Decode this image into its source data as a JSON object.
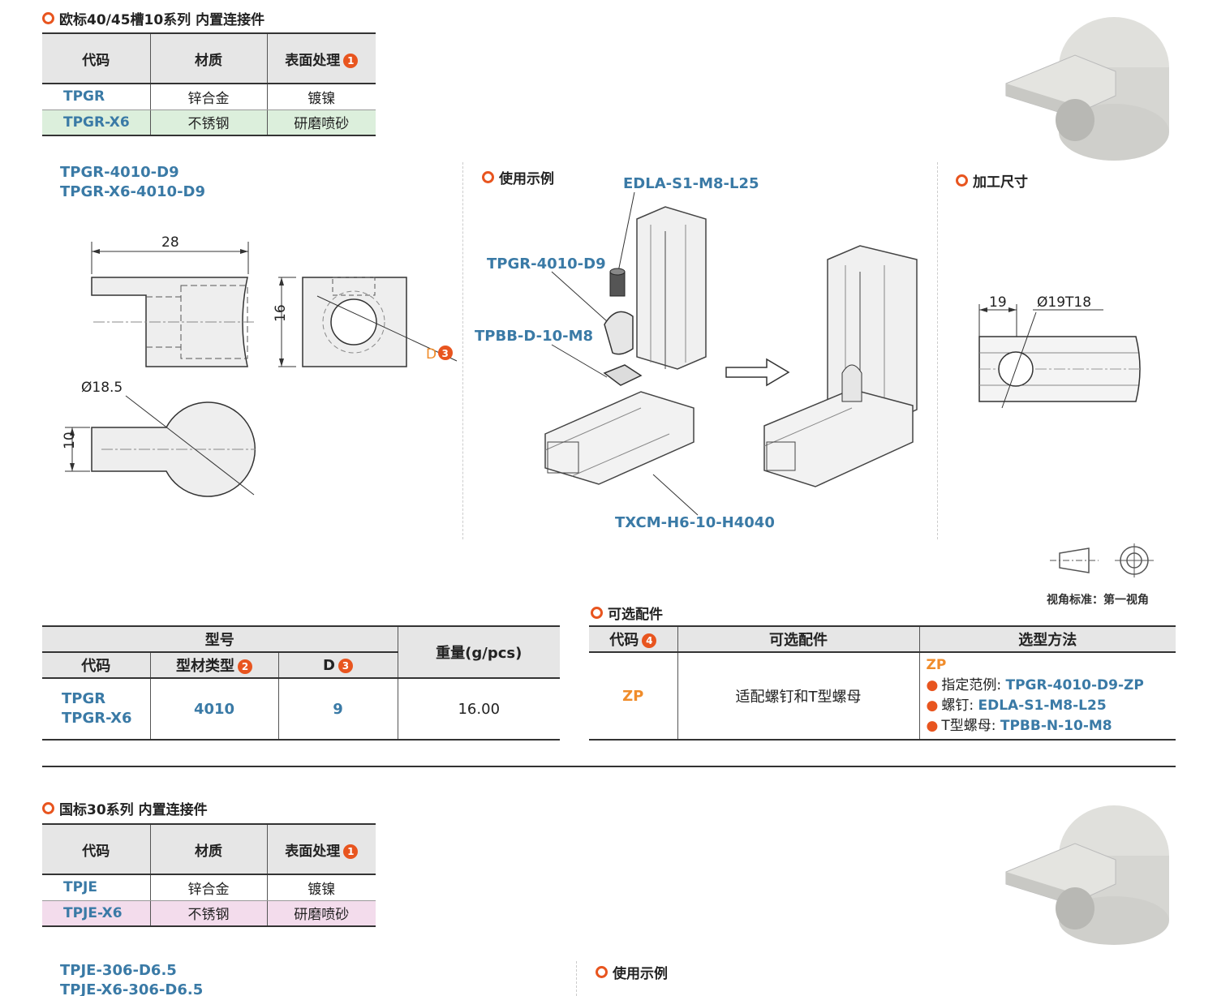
{
  "section1": {
    "title": "欧标40/45槽10系列  内置连接件",
    "material_table": {
      "headers": [
        "代码",
        "材质",
        "表面处理"
      ],
      "header_badge": "1",
      "rows": [
        {
          "code": "TPGR",
          "material": "锌合金",
          "surface": "镀镍"
        },
        {
          "code": "TPGR-X6",
          "material": "不锈钢",
          "surface": "研磨喷砂"
        }
      ]
    },
    "model_codes": [
      "TPGR-4010-D9",
      "TPGR-X6-4010-D9"
    ],
    "drawing": {
      "dim_28": "28",
      "dim_16": "16",
      "dim_d": "D",
      "dim_d_badge": "3",
      "dim_dia": "Ø18.5",
      "dim_10": "10"
    },
    "usage": {
      "title": "使用示例",
      "callouts": {
        "screw": "EDLA-S1-M8-L25",
        "connector": "TPGR-4010-D9",
        "nut": "TPBB-D-10-M8",
        "profile": "TXCM-H6-10-H4040"
      }
    },
    "machining": {
      "title": "加工尺寸",
      "dim_19": "19",
      "dim_hole": "Ø19T18"
    },
    "view_standard": "视角标准：第一视角",
    "spec_table": {
      "group_header": "型号",
      "headers": [
        "代码",
        "型材类型",
        "D",
        "重量(g/pcs)"
      ],
      "badge_type": "2",
      "badge_d": "3",
      "row": {
        "codes": [
          "TPGR",
          "TPGR-X6"
        ],
        "profile_type": "4010",
        "d": "9",
        "weight": "16.00"
      }
    },
    "options": {
      "title": "可选配件",
      "headers": [
        "代码",
        "可选配件",
        "选型方法"
      ],
      "badge_code": "4",
      "row": {
        "code": "ZP",
        "name": "适配螺钉和T型螺母",
        "method_code": "ZP",
        "lines": [
          {
            "label": "指定范例: ",
            "value": "TPGR-4010-D9-ZP"
          },
          {
            "label": "螺钉: ",
            "value": "EDLA-S1-M8-L25"
          },
          {
            "label": "T型螺母: ",
            "value": "TPBB-N-10-M8"
          }
        ]
      }
    }
  },
  "section2": {
    "title": "国标30系列 内置连接件",
    "material_table": {
      "headers": [
        "代码",
        "材质",
        "表面处理"
      ],
      "header_badge": "1",
      "rows": [
        {
          "code": "TPJE",
          "material": "锌合金",
          "surface": "镀镍"
        },
        {
          "code": "TPJE-X6",
          "material": "不锈钢",
          "surface": "研磨喷砂"
        }
      ]
    },
    "model_codes": [
      "TPJE-306-D6.5",
      "TPJE-X6-306-D6.5"
    ],
    "usage_title": "使用示例"
  },
  "colors": {
    "accent": "#e8551f",
    "code_blue": "#3a7aa6",
    "option_orange": "#f08c2a",
    "x6_green": "#dcefdc",
    "x6_pink": "#f3dcec"
  }
}
